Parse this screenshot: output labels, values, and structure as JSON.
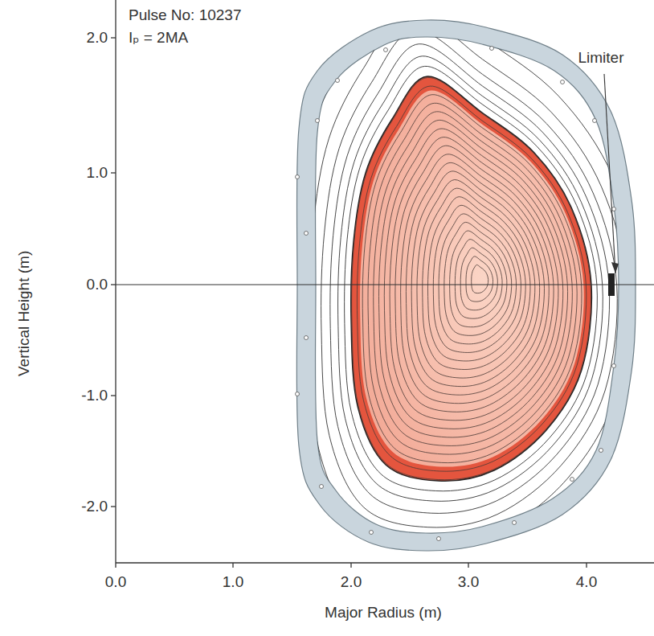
{
  "diagram": {
    "labels": [
      "Pulse No: 10237",
      "Iₚ = 2MA",
      "Limiter",
      "Vertical Height (m)",
      "2.0",
      "1.0",
      "0.0",
      "-1.0",
      "-2.0",
      "0.0",
      "1.0",
      "2.0",
      "3.0",
      "4.0",
      "Major Radius (m)"
    ]
  }
}
